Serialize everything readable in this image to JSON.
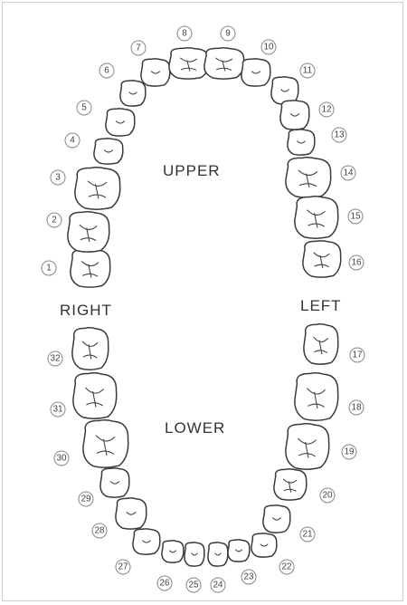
{
  "labels": {
    "upper": "UPPER",
    "lower": "LOWER",
    "right": "RIGHT",
    "left": "LEFT"
  },
  "teeth": [
    {
      "n": "1"
    },
    {
      "n": "2"
    },
    {
      "n": "3"
    },
    {
      "n": "4"
    },
    {
      "n": "5"
    },
    {
      "n": "6"
    },
    {
      "n": "7"
    },
    {
      "n": "8"
    },
    {
      "n": "9"
    },
    {
      "n": "10"
    },
    {
      "n": "11"
    },
    {
      "n": "12"
    },
    {
      "n": "13"
    },
    {
      "n": "14"
    },
    {
      "n": "15"
    },
    {
      "n": "16"
    },
    {
      "n": "17"
    },
    {
      "n": "18"
    },
    {
      "n": "19"
    },
    {
      "n": "20"
    },
    {
      "n": "21"
    },
    {
      "n": "22"
    },
    {
      "n": "23"
    },
    {
      "n": "24"
    },
    {
      "n": "25"
    },
    {
      "n": "26"
    },
    {
      "n": "27"
    },
    {
      "n": "28"
    },
    {
      "n": "29"
    },
    {
      "n": "30"
    },
    {
      "n": "31"
    },
    {
      "n": "32"
    }
  ]
}
